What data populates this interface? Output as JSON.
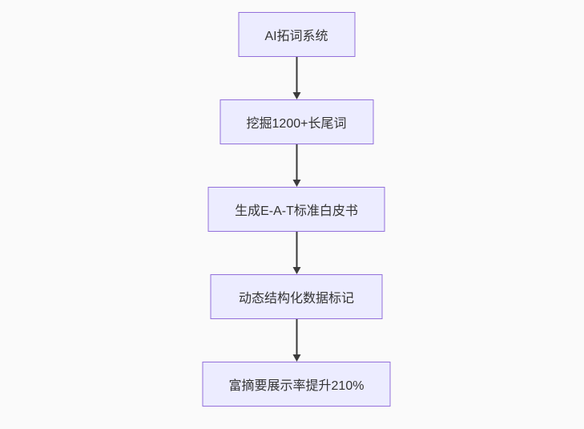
{
  "diagram": {
    "type": "flowchart",
    "direction": "top-down",
    "nodes": [
      {
        "label": "AI拓词系统"
      },
      {
        "label": "挖掘1200+长尾词"
      },
      {
        "label": "生成E-A-T标准白皮书"
      },
      {
        "label": "动态结构化数据标记"
      },
      {
        "label": "富摘要展示率提升210%"
      }
    ],
    "edges": [
      {
        "from": "AI拓词系统",
        "to": "挖掘1200+长尾词",
        "style": "arrow-down"
      },
      {
        "from": "挖掘1200+长尾词",
        "to": "生成E-A-T标准白皮书",
        "style": "arrow-down"
      },
      {
        "from": "生成E-A-T标准白皮书",
        "to": "动态结构化数据标记",
        "style": "arrow-down"
      },
      {
        "from": "动态结构化数据标记",
        "to": "富摘要展示率提升210%",
        "style": "arrow-down"
      }
    ],
    "colors": {
      "node_fill": "#ececff",
      "node_border": "#9370db",
      "node_text": "#333333",
      "arrow": "#3b3b3b",
      "background": "#fafafa"
    }
  }
}
